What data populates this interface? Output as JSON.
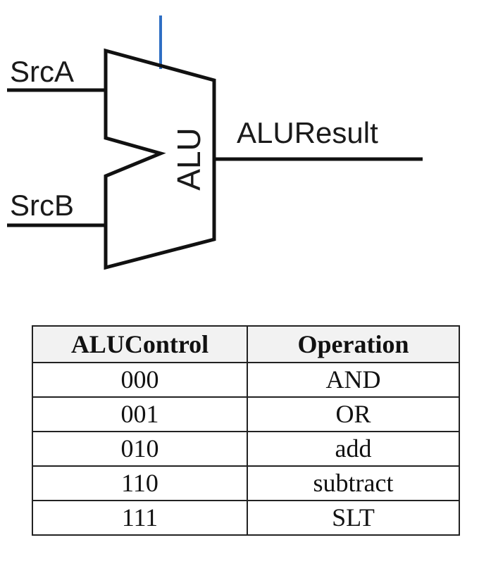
{
  "diagram": {
    "labels": {
      "src_a": "SrcA",
      "src_b": "SrcB",
      "alu": "ALU",
      "alu_result": "ALUResult"
    },
    "colors": {
      "control_wire": "#2f6fc4",
      "wire": "#111111"
    }
  },
  "table": {
    "headers": [
      "ALUControl",
      "Operation"
    ],
    "rows": [
      [
        "000",
        "AND"
      ],
      [
        "001",
        "OR"
      ],
      [
        "010",
        "add"
      ],
      [
        "110",
        "subtract"
      ],
      [
        "111",
        "SLT"
      ]
    ]
  }
}
